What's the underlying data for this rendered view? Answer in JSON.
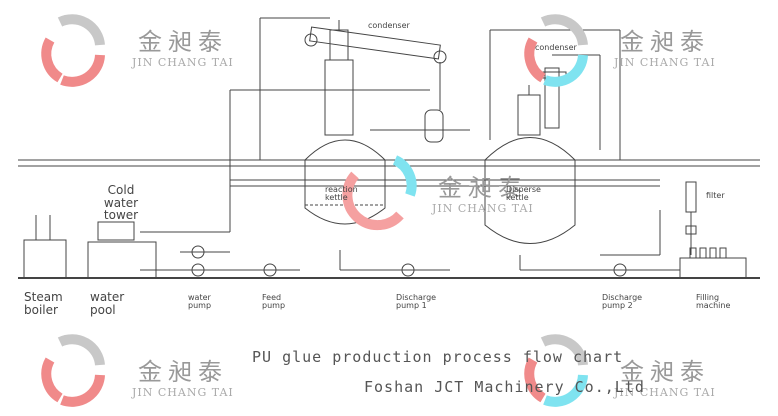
{
  "watermark": {
    "chinese": "金昶泰",
    "english": "JIN CHANG TAI",
    "colors": {
      "red": "#f08a8a",
      "cyan": "#7fe3f0",
      "gray": "#b0b0b0"
    }
  },
  "labels": {
    "condenser_1": "condenser",
    "condenser_2": "condenser",
    "reaction_kettle": "reaction kettle",
    "disperse_kettle": "Disperse kettle",
    "cold_water_tower": "Cold water tower",
    "filter": "filter",
    "steam_boiler": "Steam boiler",
    "water_pool": "water pool",
    "water_pump": "water pump",
    "feed_pump": "Feed pump",
    "discharge_pump_1": "Discharge pump 1",
    "discharge_pump_2": "Discharge pump 2",
    "filling_machine": "Filling machine"
  },
  "title": "PU glue production process flow chart",
  "subtitle": "Foshan JCT Machinery Co.,Ltd"
}
